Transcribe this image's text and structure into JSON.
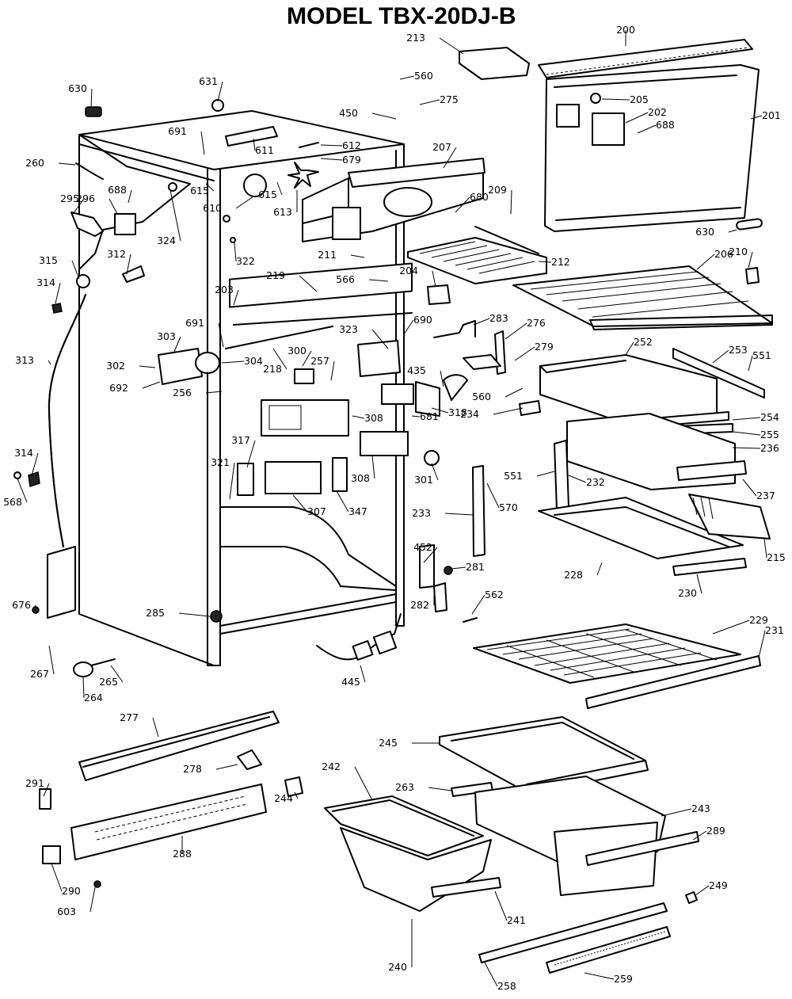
{
  "title": "MODEL TBX-20DJ-B",
  "labels": [
    "200",
    "213",
    "201",
    "205",
    "202",
    "688",
    "631",
    "630",
    "560",
    "275",
    "450",
    "691",
    "611",
    "612",
    "679",
    "207",
    "260",
    "688",
    "615",
    "615",
    "610",
    "613",
    "680",
    "209",
    "296",
    "295",
    "324",
    "322",
    "206",
    "630",
    "210",
    "312",
    "315",
    "211",
    "212",
    "566",
    "204",
    "314",
    "219",
    "313",
    "203",
    "691",
    "690",
    "283",
    "276",
    "303",
    "323",
    "279",
    "302",
    "304",
    "300",
    "257",
    "252",
    "253",
    "551",
    "692",
    "256",
    "218",
    "435",
    "318",
    "560",
    "308",
    "234",
    "681",
    "254",
    "255",
    "236",
    "314",
    "321",
    "317",
    "551",
    "232",
    "568",
    "347",
    "301",
    "237",
    "307",
    "308",
    "570",
    "233",
    "215",
    "452",
    "228",
    "281",
    "230",
    "676",
    "285",
    "562",
    "282",
    "229",
    "231",
    "445",
    "267",
    "264",
    "265",
    "277",
    "245",
    "278",
    "291",
    "242",
    "263",
    "243",
    "289",
    "244",
    "288",
    "290",
    "249",
    "603",
    "241",
    "240",
    "258",
    "259"
  ]
}
